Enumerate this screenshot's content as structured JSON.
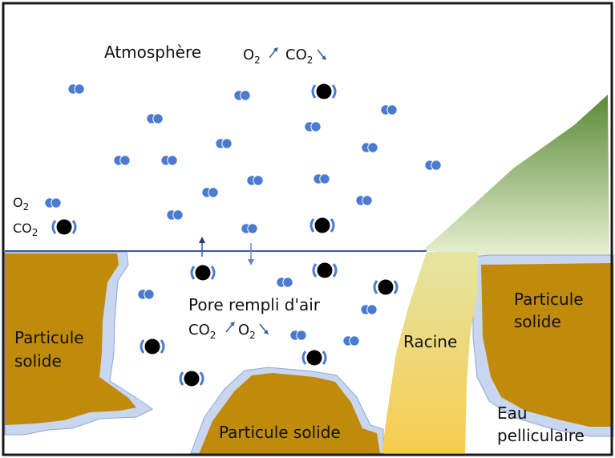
{
  "labels": {
    "atmosphere": "Atmosphère",
    "pore": "Pore rempli d'air",
    "particle": "Particule",
    "solid": "solide",
    "particle_bottom": "Particule solide",
    "root": "Racine",
    "water_line1": "Eau",
    "water_line2": "pelliculaire"
  },
  "formulas": {
    "o2": {
      "base": "O",
      "sub": "2"
    },
    "co2": {
      "base": "CO",
      "sub": "2"
    }
  },
  "legend": {
    "o2_symbol": "O₂ molecule (two blue dots)",
    "co2_symbol": "CO₂ molecule (black dot in parentheses)"
  },
  "colors": {
    "o2": "#4a7bd0",
    "co2": "#000000",
    "soil": "#c08a0a",
    "water": "#c9d6ef",
    "water_edge": "#8ea6d6",
    "root_top": "#e6e6a8",
    "root_bottom": "#f6cc50",
    "plant_top": "#5e8e3c",
    "plant_bottom": "#e7efcf",
    "border": "#1a1a1a",
    "surface_line": "#3a5aa0"
  }
}
